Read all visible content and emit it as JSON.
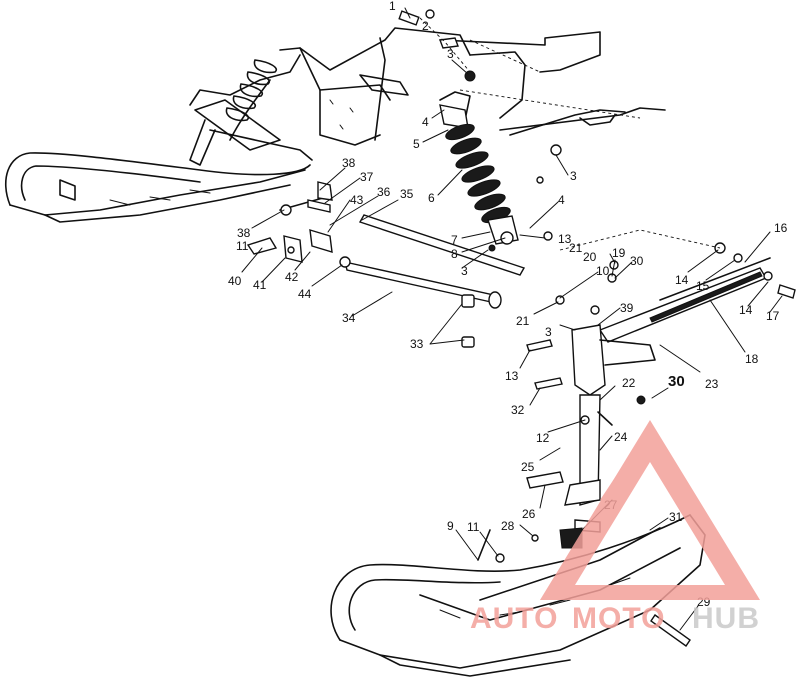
{
  "diagram": {
    "callouts": [
      {
        "id": "c1",
        "text": "1"
      },
      {
        "id": "c2",
        "text": "2"
      },
      {
        "id": "c3a",
        "text": "3"
      },
      {
        "id": "c4a",
        "text": "4"
      },
      {
        "id": "c5",
        "text": "5"
      },
      {
        "id": "c6",
        "text": "6"
      },
      {
        "id": "c3b",
        "text": "3"
      },
      {
        "id": "c4b",
        "text": "4"
      },
      {
        "id": "c7",
        "text": "7"
      },
      {
        "id": "c8",
        "text": "8"
      },
      {
        "id": "c3c",
        "text": "3"
      },
      {
        "id": "c38a",
        "text": "38"
      },
      {
        "id": "c37",
        "text": "37"
      },
      {
        "id": "c36",
        "text": "36"
      },
      {
        "id": "c43",
        "text": "43"
      },
      {
        "id": "c35",
        "text": "35"
      },
      {
        "id": "c38b",
        "text": "38"
      },
      {
        "id": "c11a",
        "text": "11"
      },
      {
        "id": "c40",
        "text": "40"
      },
      {
        "id": "c41",
        "text": "41"
      },
      {
        "id": "c42",
        "text": "42"
      },
      {
        "id": "c44",
        "text": "44"
      },
      {
        "id": "c34",
        "text": "34"
      },
      {
        "id": "c33",
        "text": "33"
      },
      {
        "id": "c13a",
        "text": "13"
      },
      {
        "id": "c21a",
        "text": "21"
      },
      {
        "id": "c20",
        "text": "20"
      },
      {
        "id": "c19",
        "text": "19"
      },
      {
        "id": "c30a",
        "text": "30"
      },
      {
        "id": "c10",
        "text": "10"
      },
      {
        "id": "c21b",
        "text": "21"
      },
      {
        "id": "c3d",
        "text": "3"
      },
      {
        "id": "c39",
        "text": "39"
      },
      {
        "id": "c13b",
        "text": "13"
      },
      {
        "id": "c32",
        "text": "32"
      },
      {
        "id": "c22",
        "text": "22"
      },
      {
        "id": "c12",
        "text": "12"
      },
      {
        "id": "c24",
        "text": "24"
      },
      {
        "id": "c25",
        "text": "25"
      },
      {
        "id": "c26",
        "text": "26"
      },
      {
        "id": "c27",
        "text": "27"
      },
      {
        "id": "c28",
        "text": "28"
      },
      {
        "id": "c9",
        "text": "9"
      },
      {
        "id": "c11b",
        "text": "11"
      },
      {
        "id": "c31",
        "text": "31"
      },
      {
        "id": "c29",
        "text": "29"
      },
      {
        "id": "c30b",
        "text": "30"
      },
      {
        "id": "c23",
        "text": "23"
      },
      {
        "id": "c18",
        "text": "18"
      },
      {
        "id": "c14a",
        "text": "14"
      },
      {
        "id": "c15",
        "text": "15"
      },
      {
        "id": "c16",
        "text": "16"
      },
      {
        "id": "c14b",
        "text": "14"
      },
      {
        "id": "c17",
        "text": "17"
      }
    ]
  },
  "watermark": {
    "word_part1": "AUTO",
    "word_part2": "MOTO",
    "word_part3": "HUB",
    "color_light": "#f3a09a",
    "color_dark": "#c9c9c9"
  }
}
